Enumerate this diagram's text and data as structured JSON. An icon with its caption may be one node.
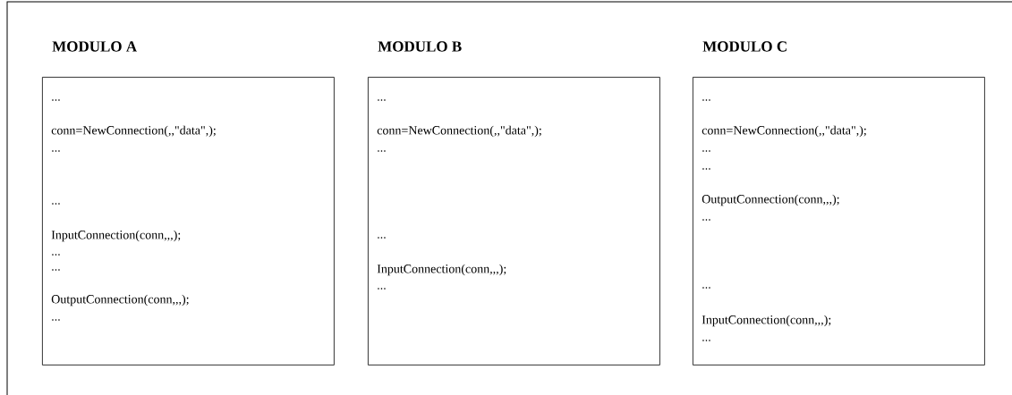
{
  "diagram": {
    "nodes": [
      {
        "text": [
          "MODULO A",
          "...",
          "conn=NewConnection(,,\"data\",);",
          "...",
          "...",
          "InputConnection(conn,,,);",
          "...",
          "...",
          "OutputConnection(conn,,,);",
          "..."
        ]
      },
      {
        "text": [
          "MODULO B",
          "...",
          "conn=NewConnection(,,\"data\",);",
          "...",
          "...",
          "InputConnection(conn,,,);",
          "..."
        ]
      },
      {
        "text": [
          "MODULO C",
          "...",
          "conn=NewConnection(,,\"data\",);",
          "...",
          "...",
          "OutputConnection(conn,,,);",
          "...",
          "...",
          "InputConnection(conn,,,);",
          "..."
        ]
      }
    ]
  }
}
